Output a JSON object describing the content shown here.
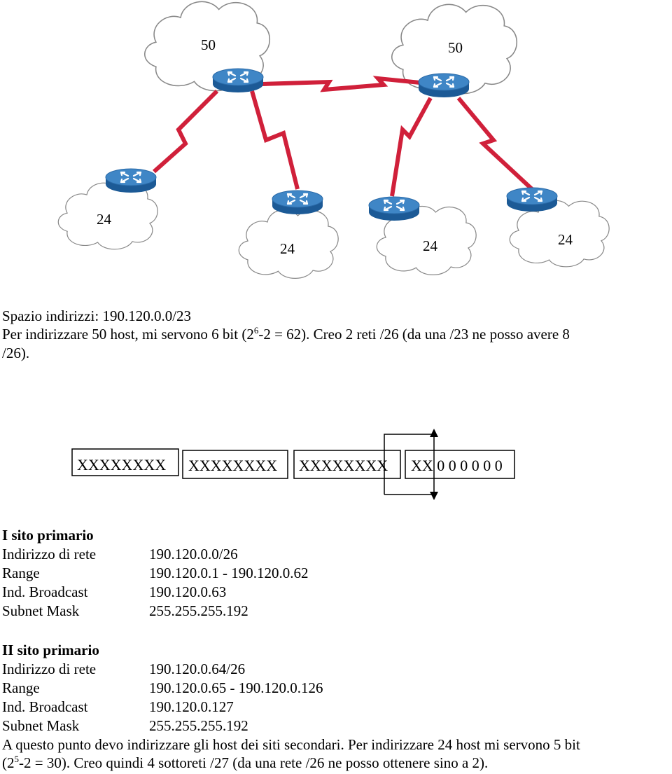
{
  "clouds": {
    "top_left": "50",
    "top_right": "50",
    "bottom_1": "24",
    "bottom_2": "24",
    "bottom_3": "24",
    "bottom_4": "24"
  },
  "intro": {
    "line1": "Spazio indirizzi: 190.120.0.0/23",
    "line2_a": "Per indirizzare 50 host, mi servono 6 bit (2",
    "line2_sup": "6",
    "line2_b": "-2 = 62). Creo 2 reti /26 (da una /23 ne posso avere 8",
    "line3": "/26)."
  },
  "bit_boxes": [
    "XXXXXXXX",
    "XXXXXXXX",
    "XXXXXXXX",
    "XX 0 0 0 0 0 0"
  ],
  "site1": {
    "title": "I sito primario",
    "rows": [
      {
        "label": "Indirizzo di rete",
        "value": "190.120.0.0/26"
      },
      {
        "label": "Range",
        "value": "190.120.0.1 - 190.120.0.62"
      },
      {
        "label": "Ind. Broadcast",
        "value": "190.120.0.63"
      },
      {
        "label": "Subnet Mask",
        "value": "255.255.255.192"
      }
    ]
  },
  "site2": {
    "title": "II sito primario",
    "rows": [
      {
        "label": "Indirizzo di rete",
        "value": "190.120.0.64/26"
      },
      {
        "label": "Range",
        "value": "190.120.0.65 - 190.120.0.126"
      },
      {
        "label": "Ind. Broadcast",
        "value": "190.120.0.127"
      },
      {
        "label": "Subnet Mask",
        "value": "255.255.255.192"
      }
    ]
  },
  "closing": {
    "line1": "A questo punto devo indirizzare gli host dei siti secondari. Per indirizzare 24 host mi servono 5 bit",
    "line2_a": "(2",
    "line2_sup": "5",
    "line2_b": "-2 = 30). Creo quindi 4 sottoreti /27 (da una rete /26 ne posso ottenere sino a 2)."
  },
  "colors": {
    "wan_link": "#d0203a",
    "router_top": "#3f86c6",
    "router_side": "#1c5a96",
    "cloud_stroke": "#888888"
  },
  "icons": [
    "cloud-icon",
    "router-icon",
    "zigzag-link-icon",
    "arrow-icon"
  ]
}
